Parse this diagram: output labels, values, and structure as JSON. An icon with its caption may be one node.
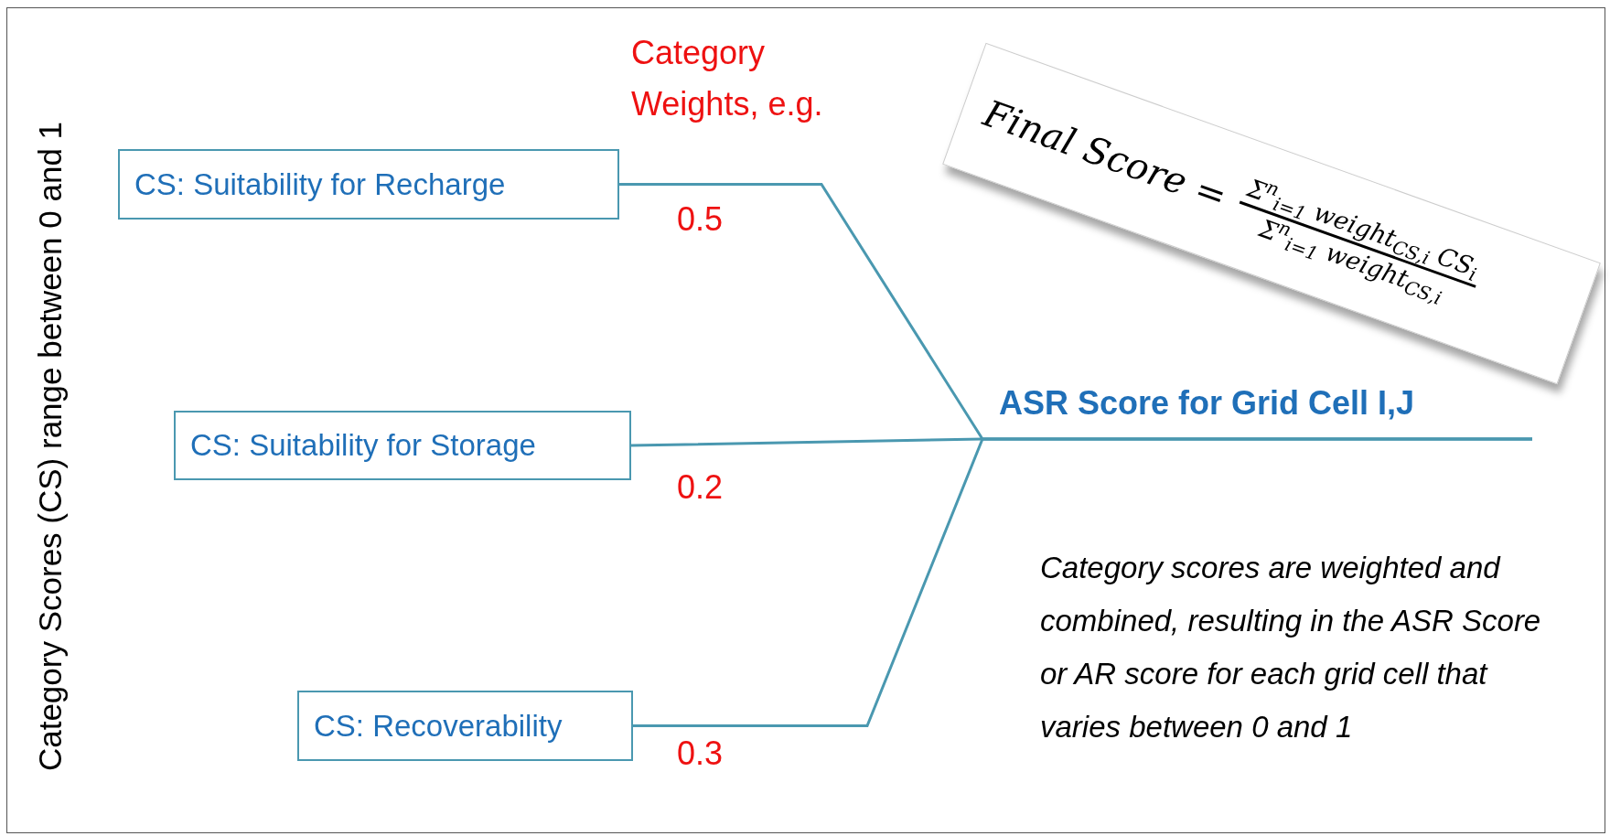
{
  "diagram": {
    "nodes": [
      {
        "text": [
          "CS: Suitability for Recharge"
        ]
      },
      {
        "text": [
          "CS: Suitability for Storage"
        ]
      },
      {
        "text": [
          "CS: Recoverability"
        ]
      },
      {
        "text": [
          "Final Score =",
          "Σ$^{n}$$_{i=1}$ weight$_{CS,i}$ CS$_{i}$",
          "Σ$^{n}$$_{i=1}$ weight$_{CS,i}$"
        ]
      }
    ],
    "edges": [
      {
        "from": 0,
        "to": null,
        "arrow": "none",
        "label": "0.5"
      },
      {
        "from": 1,
        "to": null,
        "arrow": "none",
        "label": "0.2"
      },
      {
        "from": 2,
        "to": null,
        "arrow": "none",
        "label": "0.3"
      }
    ],
    "labels": [
      "Category Scores (CS) range between 0 and 1",
      "Category Weights, e.g.",
      "ASR Score for Grid Cell I,J",
      "Category scores are weighted and combined, resulting in the ASR Score or AR score for each grid cell that varies between 0 and 1"
    ]
  }
}
